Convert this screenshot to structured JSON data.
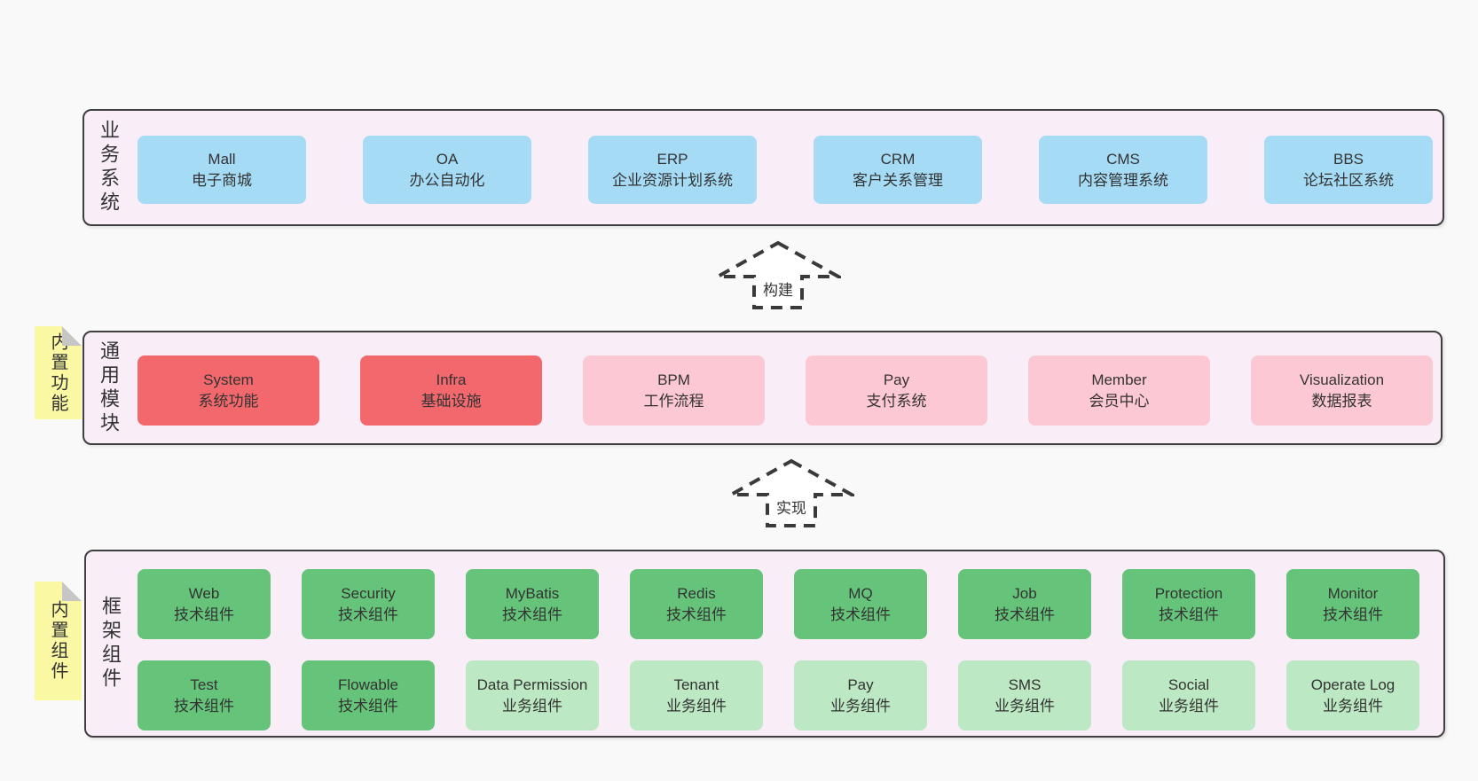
{
  "page": {
    "background": "#f9f9f9"
  },
  "colors": {
    "blue": "#a6dbf5",
    "red": "#f2686c",
    "pink": "#fcc8d3",
    "green": "#66c47a",
    "lightgreen": "#bce8c3",
    "container_bg": "#f9eef8",
    "container_border": "#3f3f3f",
    "note_bg": "#faf8a3",
    "note_fold": "#c6c6c6",
    "arrow_stroke": "#3a3a3a",
    "text": "#333333"
  },
  "layers": [
    {
      "label": "业务系统",
      "boxes": [
        {
          "name": "Mall",
          "desc": "电子商城",
          "variant": "blue"
        },
        {
          "name": "OA",
          "desc": "办公自动化",
          "variant": "blue"
        },
        {
          "name": "ERP",
          "desc": "企业资源计划系统",
          "variant": "blue"
        },
        {
          "name": "CRM",
          "desc": "客户关系管理",
          "variant": "blue"
        },
        {
          "name": "CMS",
          "desc": "内容管理系统",
          "variant": "blue"
        },
        {
          "name": "BBS",
          "desc": "论坛社区系统",
          "variant": "blue"
        }
      ]
    },
    {
      "label": "通用模块",
      "note": "内置功能",
      "boxes": [
        {
          "name": "System",
          "desc": "系统功能",
          "variant": "red"
        },
        {
          "name": "Infra",
          "desc": "基础设施",
          "variant": "red"
        },
        {
          "name": "BPM",
          "desc": "工作流程",
          "variant": "pink"
        },
        {
          "name": "Pay",
          "desc": "支付系统",
          "variant": "pink"
        },
        {
          "name": "Member",
          "desc": "会员中心",
          "variant": "pink"
        },
        {
          "name": "Visualization",
          "desc": "数据报表",
          "variant": "pink"
        }
      ]
    },
    {
      "label": "框架组件",
      "note": "内置组件",
      "rows": [
        [
          {
            "name": "Web",
            "desc": "技术组件",
            "variant": "green"
          },
          {
            "name": "Security",
            "desc": "技术组件",
            "variant": "green"
          },
          {
            "name": "MyBatis",
            "desc": "技术组件",
            "variant": "green"
          },
          {
            "name": "Redis",
            "desc": "技术组件",
            "variant": "green"
          },
          {
            "name": "MQ",
            "desc": "技术组件",
            "variant": "green"
          },
          {
            "name": "Job",
            "desc": "技术组件",
            "variant": "green"
          },
          {
            "name": "Protection",
            "desc": "技术组件",
            "variant": "green"
          },
          {
            "name": "Monitor",
            "desc": "技术组件",
            "variant": "green"
          }
        ],
        [
          {
            "name": "Test",
            "desc": "技术组件",
            "variant": "green"
          },
          {
            "name": "Flowable",
            "desc": "技术组件",
            "variant": "green"
          },
          {
            "name": "Data Permission",
            "desc": "业务组件",
            "variant": "lightgreen"
          },
          {
            "name": "Tenant",
            "desc": "业务组件",
            "variant": "lightgreen"
          },
          {
            "name": "Pay",
            "desc": "业务组件",
            "variant": "lightgreen"
          },
          {
            "name": "SMS",
            "desc": "业务组件",
            "variant": "lightgreen"
          },
          {
            "name": "Social",
            "desc": "业务组件",
            "variant": "lightgreen"
          },
          {
            "name": "Operate Log",
            "desc": "业务组件",
            "variant": "lightgreen"
          }
        ]
      ]
    }
  ],
  "arrows": [
    {
      "label": "构建"
    },
    {
      "label": "实现"
    }
  ]
}
